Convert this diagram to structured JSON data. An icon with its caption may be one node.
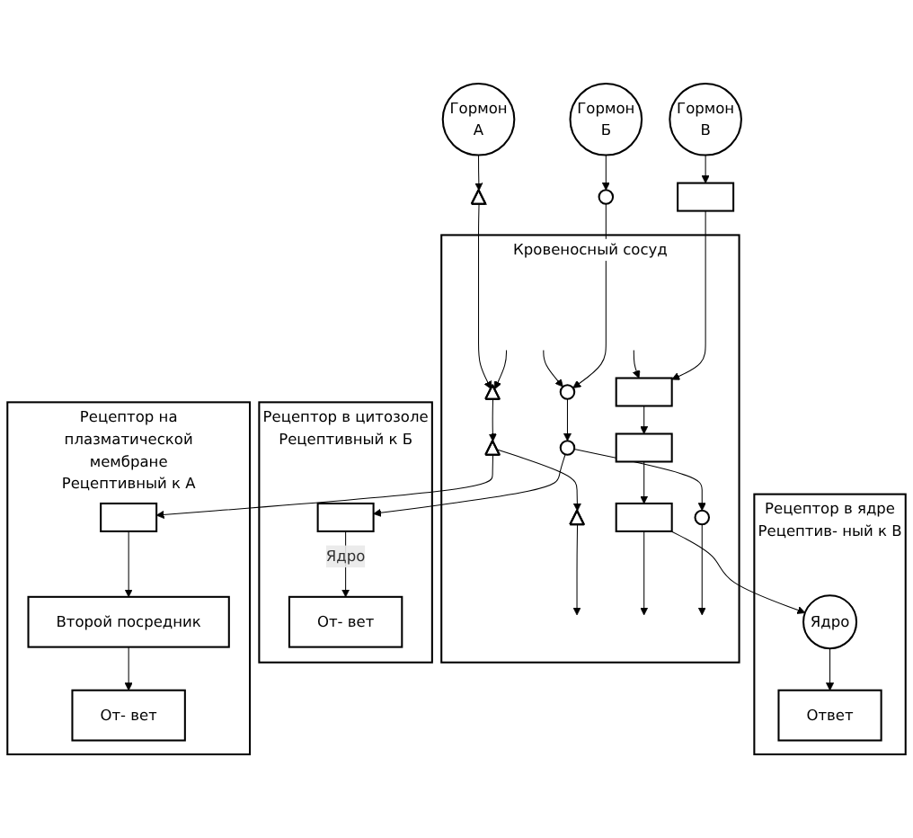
{
  "diagram": {
    "nodes": [
      {
        "text": [
          "Кровеносный сосуд"
        ]
      },
      {
        "text": [
          "Гормон",
          "А"
        ]
      },
      {
        "text": [
          "Гормон",
          "Б"
        ]
      },
      {
        "text": [
          "Гормон",
          "В"
        ]
      },
      {
        "text": [],
        "shape": "triangle"
      },
      {
        "text": [],
        "shape": "circle"
      },
      {
        "text": [],
        "shape": "box"
      },
      {
        "text": [],
        "shape": "triangle",
        "in": 0
      },
      {
        "text": [],
        "shape": "circle",
        "in": 0
      },
      {
        "text": [],
        "shape": "box",
        "in": 0
      },
      {
        "text": [],
        "shape": "triangle",
        "in": 0
      },
      {
        "text": [],
        "shape": "box",
        "in": 0
      },
      {
        "text": [],
        "shape": "circle",
        "in": 0
      },
      {
        "text": [],
        "shape": "triangle",
        "in": 0
      },
      {
        "text": [],
        "shape": "box",
        "in": 0
      },
      {
        "text": [],
        "shape": "circle",
        "in": 0
      },
      {
        "text": [
          "Рецептор на плазматической мембране",
          "Рецептивный к А"
        ]
      },
      {
        "text": [],
        "shape": "box",
        "in": 16
      },
      {
        "text": [
          "Второй посредник"
        ],
        "in": 16
      },
      {
        "text": [
          "От- вет"
        ],
        "in": 16
      },
      {
        "text": [
          "Рецептор в цитозоле",
          "Рецептивный к Б"
        ]
      },
      {
        "text": [],
        "shape": "box",
        "in": 20
      },
      {
        "text": [
          "От- вет"
        ],
        "in": 20
      },
      {
        "text": [
          "Рецептор в ядре",
          "Рецептив- ный к В"
        ]
      },
      {
        "text": [
          "Ядро"
        ],
        "in": 23
      },
      {
        "text": [
          "Ответ"
        ],
        "in": 23
      }
    ],
    "edges": [
      {
        "from": 1,
        "to": 4,
        "arrow": "to"
      },
      {
        "from": 4,
        "to": 7,
        "arrow": "to"
      },
      {
        "from": null,
        "to": 7,
        "arrow": "to"
      },
      {
        "from": null,
        "to": 8,
        "arrow": "to"
      },
      {
        "from": null,
        "to": 9,
        "arrow": "to"
      },
      {
        "from": 2,
        "to": 5,
        "arrow": "to"
      },
      {
        "from": 5,
        "to": 8,
        "arrow": "to"
      },
      {
        "from": 3,
        "to": 6,
        "arrow": "to"
      },
      {
        "from": 6,
        "to": 9,
        "arrow": "to"
      },
      {
        "from": 7,
        "to": 10,
        "arrow": "to"
      },
      {
        "from": 9,
        "to": 11,
        "arrow": "to"
      },
      {
        "from": 8,
        "to": 12,
        "arrow": "to"
      },
      {
        "from": 10,
        "to": 13,
        "arrow": "to"
      },
      {
        "from": 11,
        "to": 14,
        "arrow": "to"
      },
      {
        "from": 12,
        "to": 15,
        "arrow": "to"
      },
      {
        "from": 10,
        "to": 17,
        "arrow": "to"
      },
      {
        "from": 17,
        "to": 18,
        "arrow": "to"
      },
      {
        "from": 18,
        "to": 19,
        "arrow": "to"
      },
      {
        "from": 12,
        "to": 21,
        "arrow": "to"
      },
      {
        "from": 21,
        "to": 22,
        "arrow": "to",
        "label": "Ядро"
      },
      {
        "from": 14,
        "to": 24,
        "arrow": "to"
      },
      {
        "from": 24,
        "to": 25,
        "arrow": "to"
      },
      {
        "from": 13,
        "to": null,
        "arrow": "to"
      },
      {
        "from": 14,
        "to": null,
        "arrow": "to"
      },
      {
        "from": 15,
        "to": null,
        "arrow": "to"
      }
    ]
  }
}
